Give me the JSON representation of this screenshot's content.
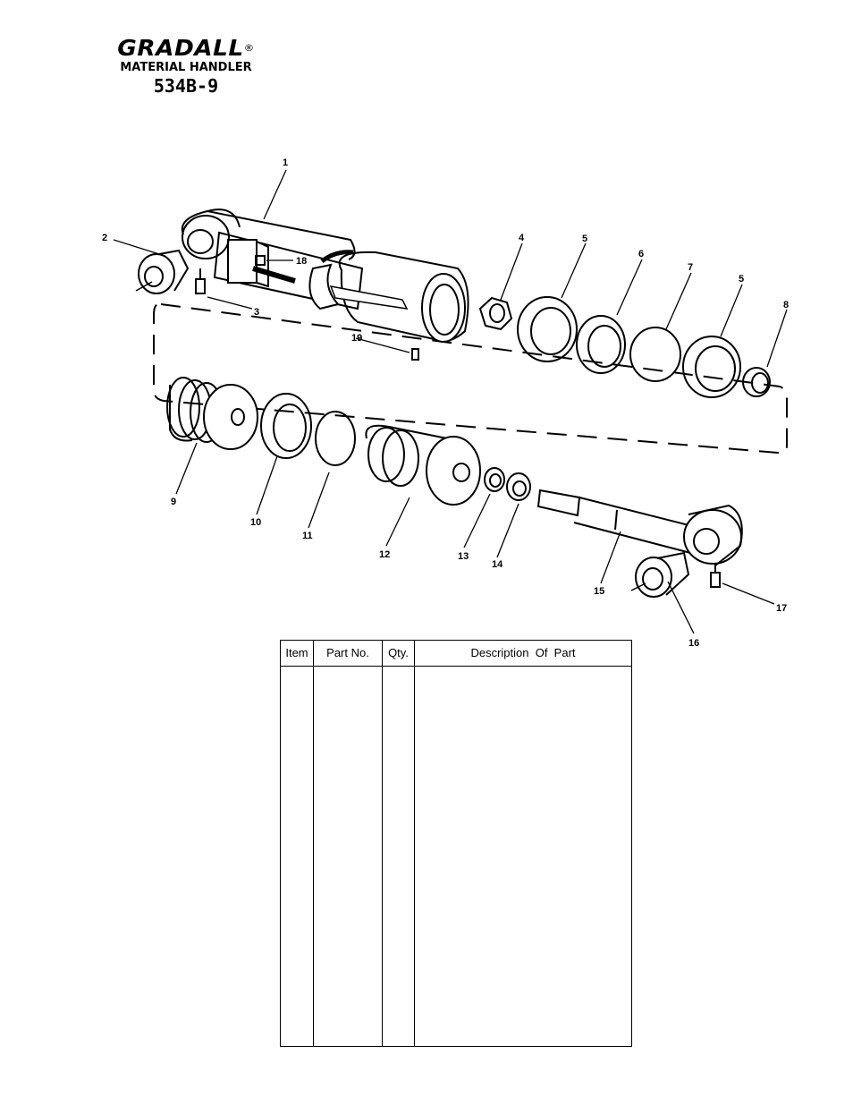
{
  "header": {
    "brand": "GRADALL",
    "registered_mark": "®",
    "subtitle": "MATERIAL HANDLER",
    "model": "534B-9"
  },
  "diagram": {
    "callouts": [
      "1",
      "2",
      "3",
      "4",
      "5",
      "6",
      "7",
      "5",
      "8",
      "9",
      "10",
      "11",
      "12",
      "13",
      "14",
      "15",
      "16",
      "17",
      "18",
      "19"
    ]
  },
  "table": {
    "headers": {
      "item": "Item",
      "part_no": "Part No.",
      "qty": "Qty.",
      "description": "Description  Of  Part"
    },
    "rows": []
  }
}
